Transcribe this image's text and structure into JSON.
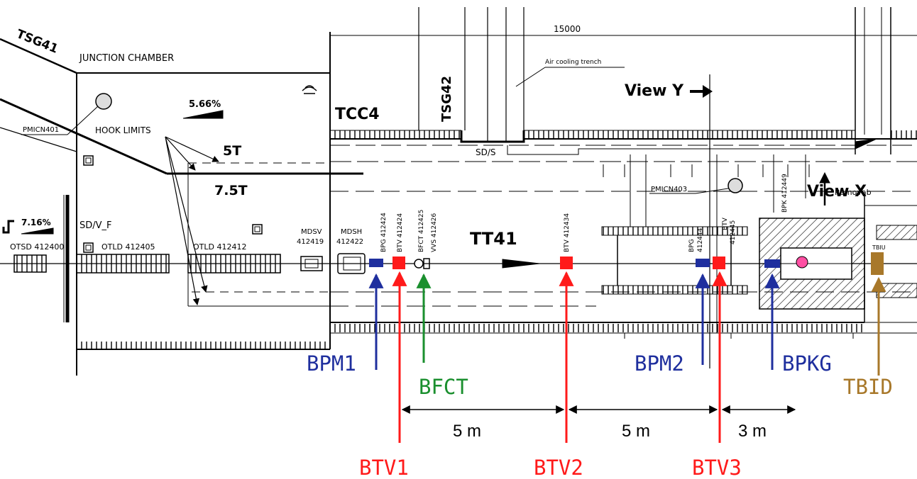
{
  "drawing_labels": {
    "tsg41": "TSG41",
    "junction_chamber": "JUNCTION CHAMBER",
    "dim_15000": "15000",
    "air_cooling": "Air cooling trench",
    "tsg42": "TSG42",
    "tcc4": "TCC4",
    "view_y": "View Y",
    "view_x": "View X",
    "removable": "Removab",
    "slope_566": "5.66%",
    "pmicn401": "PMICN401",
    "hook_limits": "HOOK LIMITS",
    "t5": "5T",
    "t75": "7.5T",
    "sd_s": "SD/S",
    "pmicn403": "PMICN403",
    "slope_716": "7.16%",
    "sd_v_f": "SD/V_F",
    "otsd": "OTSD 412400",
    "otld1": "OTLD 412405",
    "otld2": "OTLD 412412",
    "mdsv_a": "MDSV",
    "mdsv_b": "412419",
    "mdsh_a": "MDSH",
    "mdsh_b": "412422",
    "bpg1": "BPG 412424",
    "btv1v": "BTV 412424",
    "bfct_v": "BFCT 412425",
    "vvs_v": "VVS 412426",
    "btv2v": "BTV 412434",
    "tt41": "TT41",
    "bpg2_a": "BPG",
    "bpg2_b": "412444",
    "btv3_a": "BTV",
    "btv3_b": "412445",
    "bpk": "BPK 412449",
    "tbiu": "TBIU"
  },
  "callouts": {
    "bpm1": "BPM1",
    "bfct": "BFCT",
    "bpm2": "BPM2",
    "bpkg": "BPKG",
    "tbid": "TBID",
    "btv1": "BTV1",
    "btv2": "BTV2",
    "btv3": "BTV3",
    "dist1": "5 m",
    "dist2": "5 m",
    "dist3": "3 m"
  },
  "colors": {
    "bpm": "#1f2f9e",
    "btv": "#ff1a1a",
    "bfct": "#1a8f2e",
    "tbid": "#a8782a",
    "bpkg_marker": "#ff4fa3"
  }
}
